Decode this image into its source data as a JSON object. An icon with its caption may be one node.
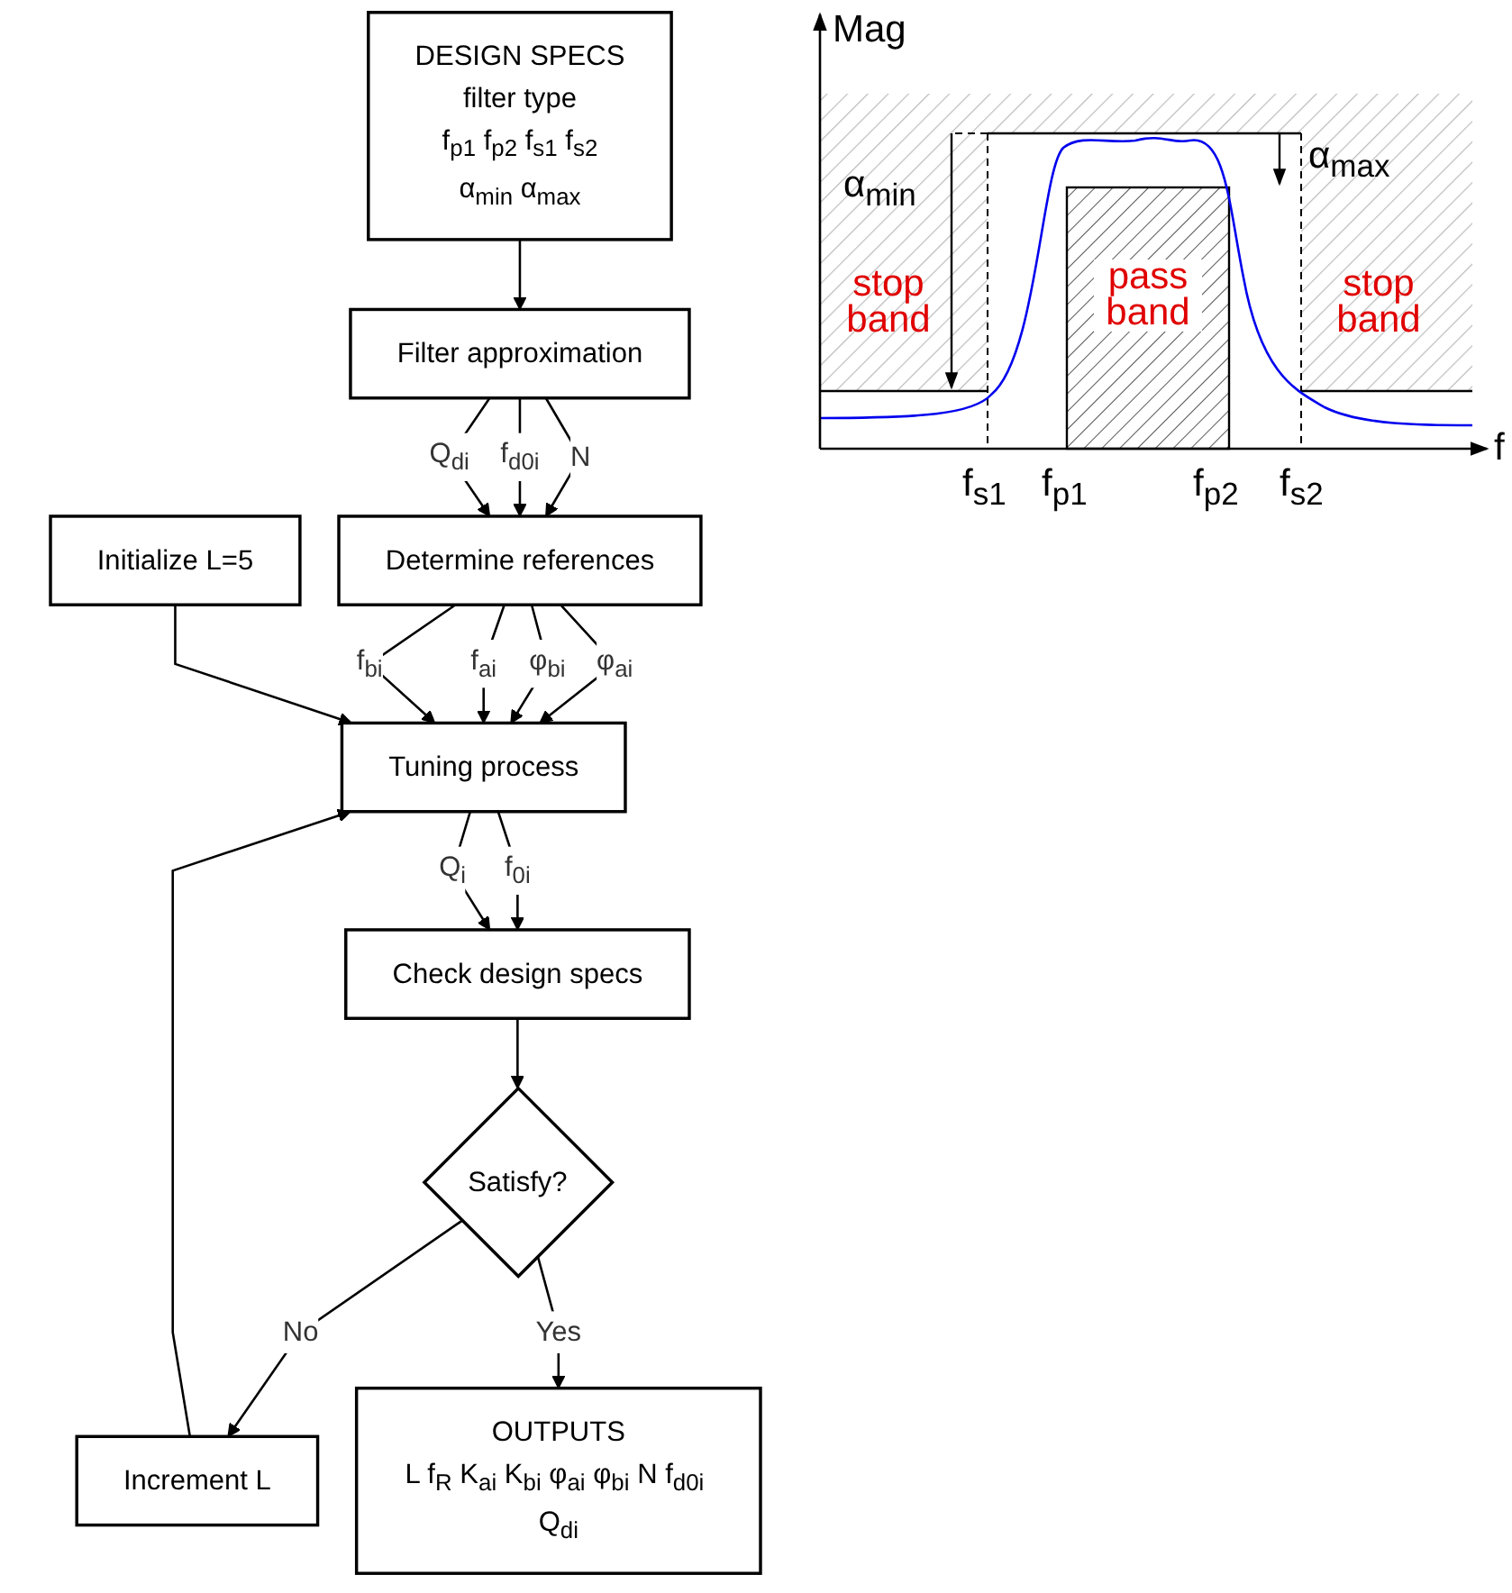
{
  "diagram": {
    "nodes": [
      {
        "text": [
          "DESIGN SPECS",
          "filter type",
          "f$_{p1}$ f$_{p2}$ f$_{s1}$ f$_{s2}$",
          "α$_{min}$ α$_{max}$"
        ]
      },
      {
        "text": [
          "Filter approximation"
        ]
      },
      {
        "text": [
          "Determine references"
        ]
      },
      {
        "text": [
          "Initialize L=5"
        ]
      },
      {
        "text": [
          "Tuning process"
        ]
      },
      {
        "text": [
          "Check design specs"
        ]
      },
      {
        "text": [
          "Satisfy?"
        ]
      },
      {
        "text": [
          "Increment L"
        ]
      },
      {
        "text": [
          "OUTPUTS",
          "L f$_{R}$ K$_{ai}$ K$_{bi}$ φ$_{ai}$ φ$_{bi}$ N f$_{d0i}$ Q$_{di}$"
        ]
      }
    ],
    "edges": [
      {
        "from": 0,
        "to": 1,
        "arrow": "to"
      },
      {
        "from": 1,
        "to": 2,
        "arrow": "to",
        "label": "N"
      },
      {
        "from": 1,
        "to": 2,
        "arrow": "to",
        "label": "f$_{d0i}$"
      },
      {
        "from": 1,
        "to": 2,
        "arrow": "to",
        "label": "Q$_{di}$"
      },
      {
        "from": 2,
        "to": 4,
        "arrow": "to",
        "label": "φ$_{ai}$"
      },
      {
        "from": 2,
        "to": 4,
        "arrow": "to",
        "label": "φ$_{bi}$"
      },
      {
        "from": 2,
        "to": 4,
        "arrow": "to",
        "label": "f$_{ai}$"
      },
      {
        "from": 2,
        "to": 4,
        "arrow": "to",
        "label": "f$_{bi}$"
      },
      {
        "from": 3,
        "to": 4,
        "arrow": "to"
      },
      {
        "from": 4,
        "to": 5,
        "arrow": "to",
        "label": "f$_{0i}$"
      },
      {
        "from": 4,
        "to": 5,
        "arrow": "to",
        "label": "Q$_{i}$"
      },
      {
        "from": 5,
        "to": 6,
        "arrow": "to"
      },
      {
        "from": 6,
        "to": 7,
        "arrow": "to",
        "label": "No"
      },
      {
        "from": 7,
        "to": 4,
        "arrow": "to"
      },
      {
        "from": 6,
        "to": 8,
        "arrow": "to",
        "label": "Yes"
      }
    ],
    "labels": [
      "Mag",
      "f",
      "α$_{min}$",
      "α$_{max}$",
      "stop band",
      "pass band",
      "stop band",
      "f$_{s1}$",
      "f$_{p1}$",
      "f$_{p2}$",
      "f$_{s2}$"
    ]
  }
}
